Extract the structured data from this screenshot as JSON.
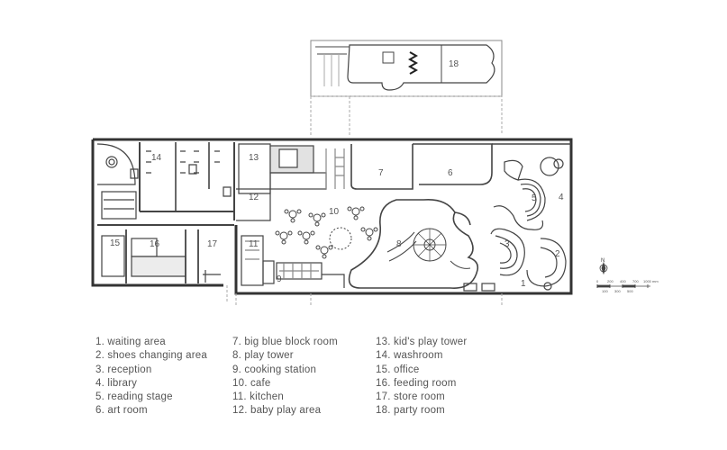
{
  "plan": {
    "room_numbers": [
      "1",
      "2",
      "3",
      "4",
      "5",
      "6",
      "7",
      "8",
      "9",
      "10",
      "11",
      "12",
      "13",
      "14",
      "15",
      "16",
      "17",
      "18"
    ],
    "north": "N",
    "scale_ticks": [
      "0",
      "200",
      "400",
      "700",
      "1000 mm"
    ],
    "scale_ticks_lower": [
      "100",
      "300",
      "500"
    ]
  },
  "legend": {
    "col1": [
      "1. waiting area",
      "2. shoes changing area",
      "3. reception",
      "4. library",
      "5. reading stage",
      "6. art room"
    ],
    "col2": [
      "7. big blue block room",
      "8. play tower",
      "9. cooking station",
      "10. cafe",
      "11. kitchen",
      "12. baby play area"
    ],
    "col3": [
      "13. kid's play tower",
      "14. washroom",
      "15. office",
      "16. feeding room",
      "17. store room",
      "18. party room"
    ]
  },
  "colors": {
    "wall": "#333333",
    "line": "#555555",
    "fill": "#d8d8d8",
    "text": "#555555"
  }
}
